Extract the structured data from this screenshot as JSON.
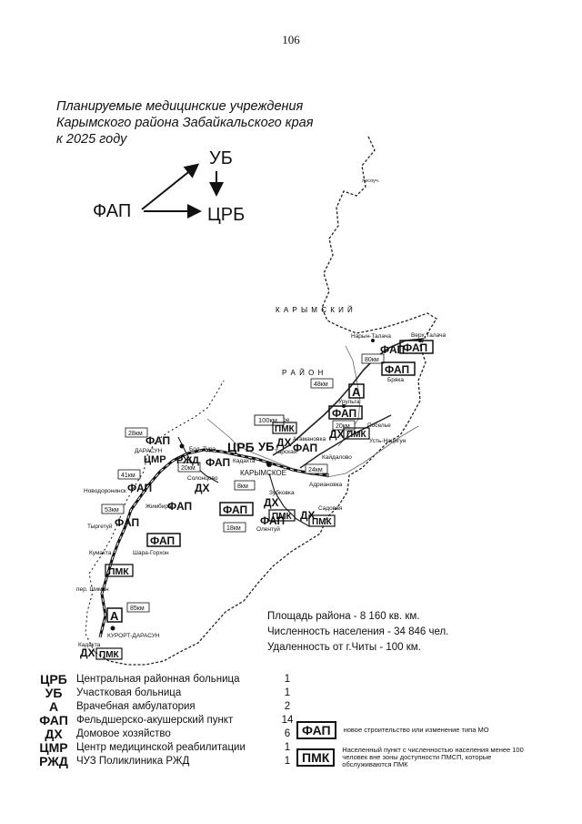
{
  "page_number": "106",
  "title": {
    "line1": "Планируемые медицинские учреждения",
    "line2": "Карымского района Забайкальского края",
    "line3": "к 2025 году"
  },
  "flow": {
    "from": "ФАП",
    "mid": "УБ",
    "to": "ЦРБ"
  },
  "map": {
    "region_label_1": "К А Р Ы М С К И Й",
    "region_label_2": "Р А Й О Н",
    "places": {
      "lesosuch": "лесоуч.",
      "naryn_talacha": "Нарын-Талача",
      "verkh_talacha": "Верх.Талача",
      "bryaka": "Бряка",
      "urulga": "Урульга",
      "poselye": "Поселье",
      "ust_nazigun": "Усть-Нацигун",
      "kaidalovo": "Кайдалово",
      "podlesnoe": "Подлесное",
      "tarskaya": "Тарская",
      "atamanovka": "Атамановка",
      "darasun": "ДАРАСУН",
      "bol_tura": "Бол. Тура",
      "solontsovo": "Солонцово",
      "karymskoe": "КАРЫМСКОЕ",
      "kadakhta": "Кадахта",
      "zubkovo": "Зубковка",
      "adrianovka": "Адриановка",
      "sadovaya": "Садовая",
      "novodoronino": "Новодоронинск",
      "zhimbira": "Жимбира",
      "olentui": "Олентуй",
      "tyrgetui": "Тыргетуй",
      "shara_gorkhon": "Шара-Горхон",
      "kumakta": "Кумакта",
      "per_shiman": "пер. Шиман",
      "kurort_darasun": "КУРОРТ-ДАРАСУН",
      "kadakta": "Кадакта"
    },
    "distances": {
      "d80": "80км",
      "d48": "48км",
      "d100": "100км",
      "d20a": "20км",
      "d28": "28км",
      "d24": "24км",
      "d41": "41км",
      "d20b": "20км",
      "d8": "8км",
      "d53": "53км",
      "d18": "18км",
      "d85": "85км"
    },
    "symbols": {
      "fap": "ФАП",
      "pmk": "ПМК",
      "a": "А",
      "dx": "ДХ",
      "crb": "ЦРБ",
      "ub": "УБ",
      "cmr": "ЦМР",
      "rzd": "РЖД"
    }
  },
  "stats": {
    "area": "Площадь района - 8 160 кв. км.",
    "population": "Численность населения - 34 846 чел.",
    "distance": "Удаленность от г.Читы - 100 км."
  },
  "legend": [
    {
      "abbr": "ЦРБ",
      "name": "Центральная районная больница",
      "count": "1"
    },
    {
      "abbr": "УБ",
      "name": "Участковая больница",
      "count": "1"
    },
    {
      "abbr": "А",
      "name": "Врачебная амбулатория",
      "count": "2"
    },
    {
      "abbr": "ФАП",
      "name": "Фельдшерско-акушерский пункт",
      "count": "14"
    },
    {
      "abbr": "ДХ",
      "name": "Домовое хозяйство",
      "count": "6"
    },
    {
      "abbr": "ЦМР",
      "name": "Центр медицинской реабилитации",
      "count": "1"
    },
    {
      "abbr": "РЖД",
      "name": "ЧУЗ Поликлиника РЖД",
      "count": "1"
    }
  ],
  "legend_boxes": {
    "fap_label": "ФАП",
    "fap_text": "новое строительство или изменение типа МО",
    "pmk_label": "ПМК",
    "pmk_text": "Населенный пункт с численностью населения менее 100 человек вне зоны доступности ПМСП, которые обслуживаются ПМК"
  }
}
